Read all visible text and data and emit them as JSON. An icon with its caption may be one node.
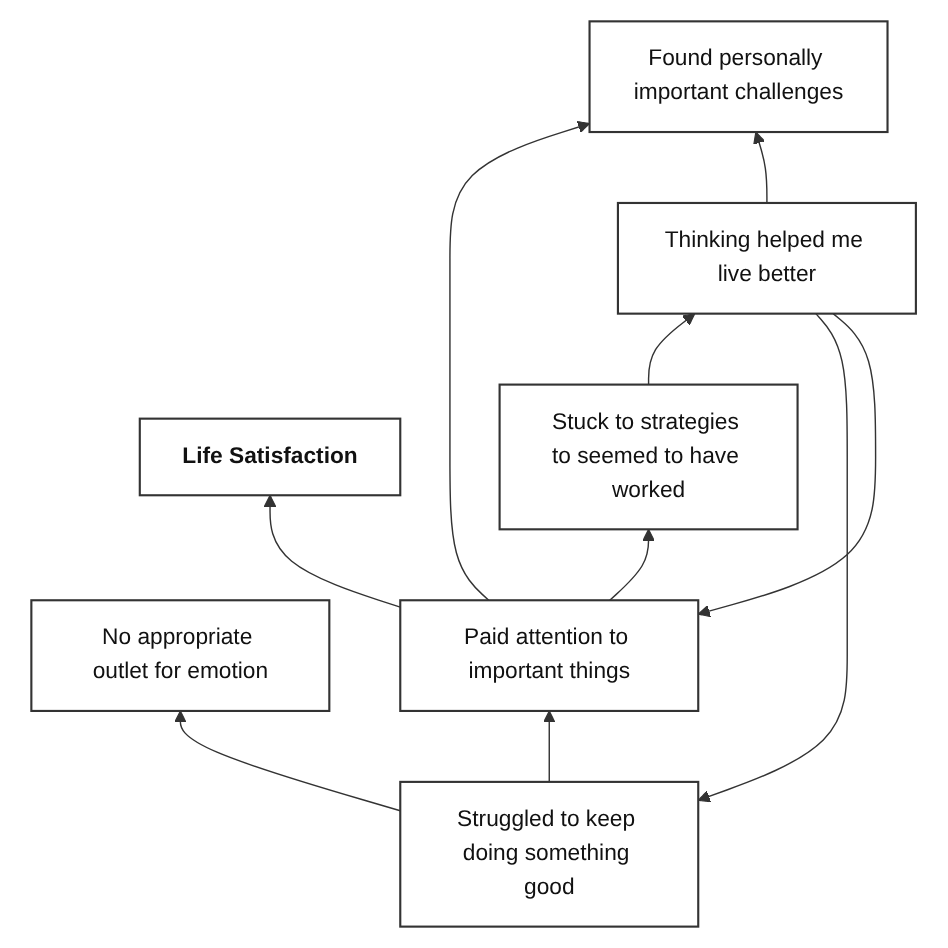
{
  "diagram": {
    "nodes": [
      {
        "text": [
          "No appropriate outlet for emotion"
        ]
      },
      {
        "text": [
          "Life Satisfaction"
        ]
      },
      {
        "text": [
          "Struggled to keep doing something good"
        ]
      },
      {
        "text": [
          "Paid attention to important things"
        ]
      },
      {
        "text": [
          "Stuck to strategies to seemed to have worked"
        ]
      },
      {
        "text": [
          "Thinking helped me live better"
        ]
      },
      {
        "text": [
          "Found personally important challenges"
        ]
      }
    ],
    "edges": [
      {
        "from": 2,
        "to": 0,
        "arrow": "to"
      },
      {
        "from": 3,
        "to": 1,
        "arrow": "to"
      },
      {
        "from": 2,
        "to": 3,
        "arrow": "to"
      },
      {
        "from": 5,
        "to": 2,
        "arrow": "to"
      },
      {
        "from": 5,
        "to": 3,
        "arrow": "to"
      },
      {
        "from": 3,
        "to": 4,
        "arrow": "to"
      },
      {
        "from": 4,
        "to": 5,
        "arrow": "to"
      },
      {
        "from": 3,
        "to": 6,
        "arrow": "to"
      },
      {
        "from": 5,
        "to": 6,
        "arrow": "to"
      }
    ]
  }
}
